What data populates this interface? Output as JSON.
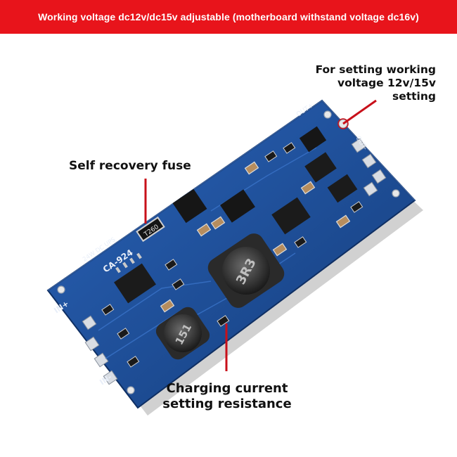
{
  "banner": {
    "text": "Working voltage dc12v/dc15v adjustable (motherboard withstand voltage dc16v)"
  },
  "callouts": {
    "fuse": "Self recovery fuse",
    "voltage_line1": "For setting working",
    "voltage_line2": "voltage 12v/15v",
    "voltage_line3": "setting",
    "resistor_line1": "Charging current",
    "resistor_line2": "setting resistance"
  },
  "board_marks": {
    "model": "CA-924",
    "rating": "24W DC UPS",
    "fuse_code": "T260",
    "inductor_large": "3R3",
    "inductor_small": "151",
    "in_plus": "IN+",
    "in_minus": "IN-",
    "out_plus": "OUT+",
    "out_minus": "OUT-"
  },
  "colors": {
    "banner": "#e8141b",
    "pcb": "#1e4f9c",
    "pointer": "#c8101a"
  }
}
